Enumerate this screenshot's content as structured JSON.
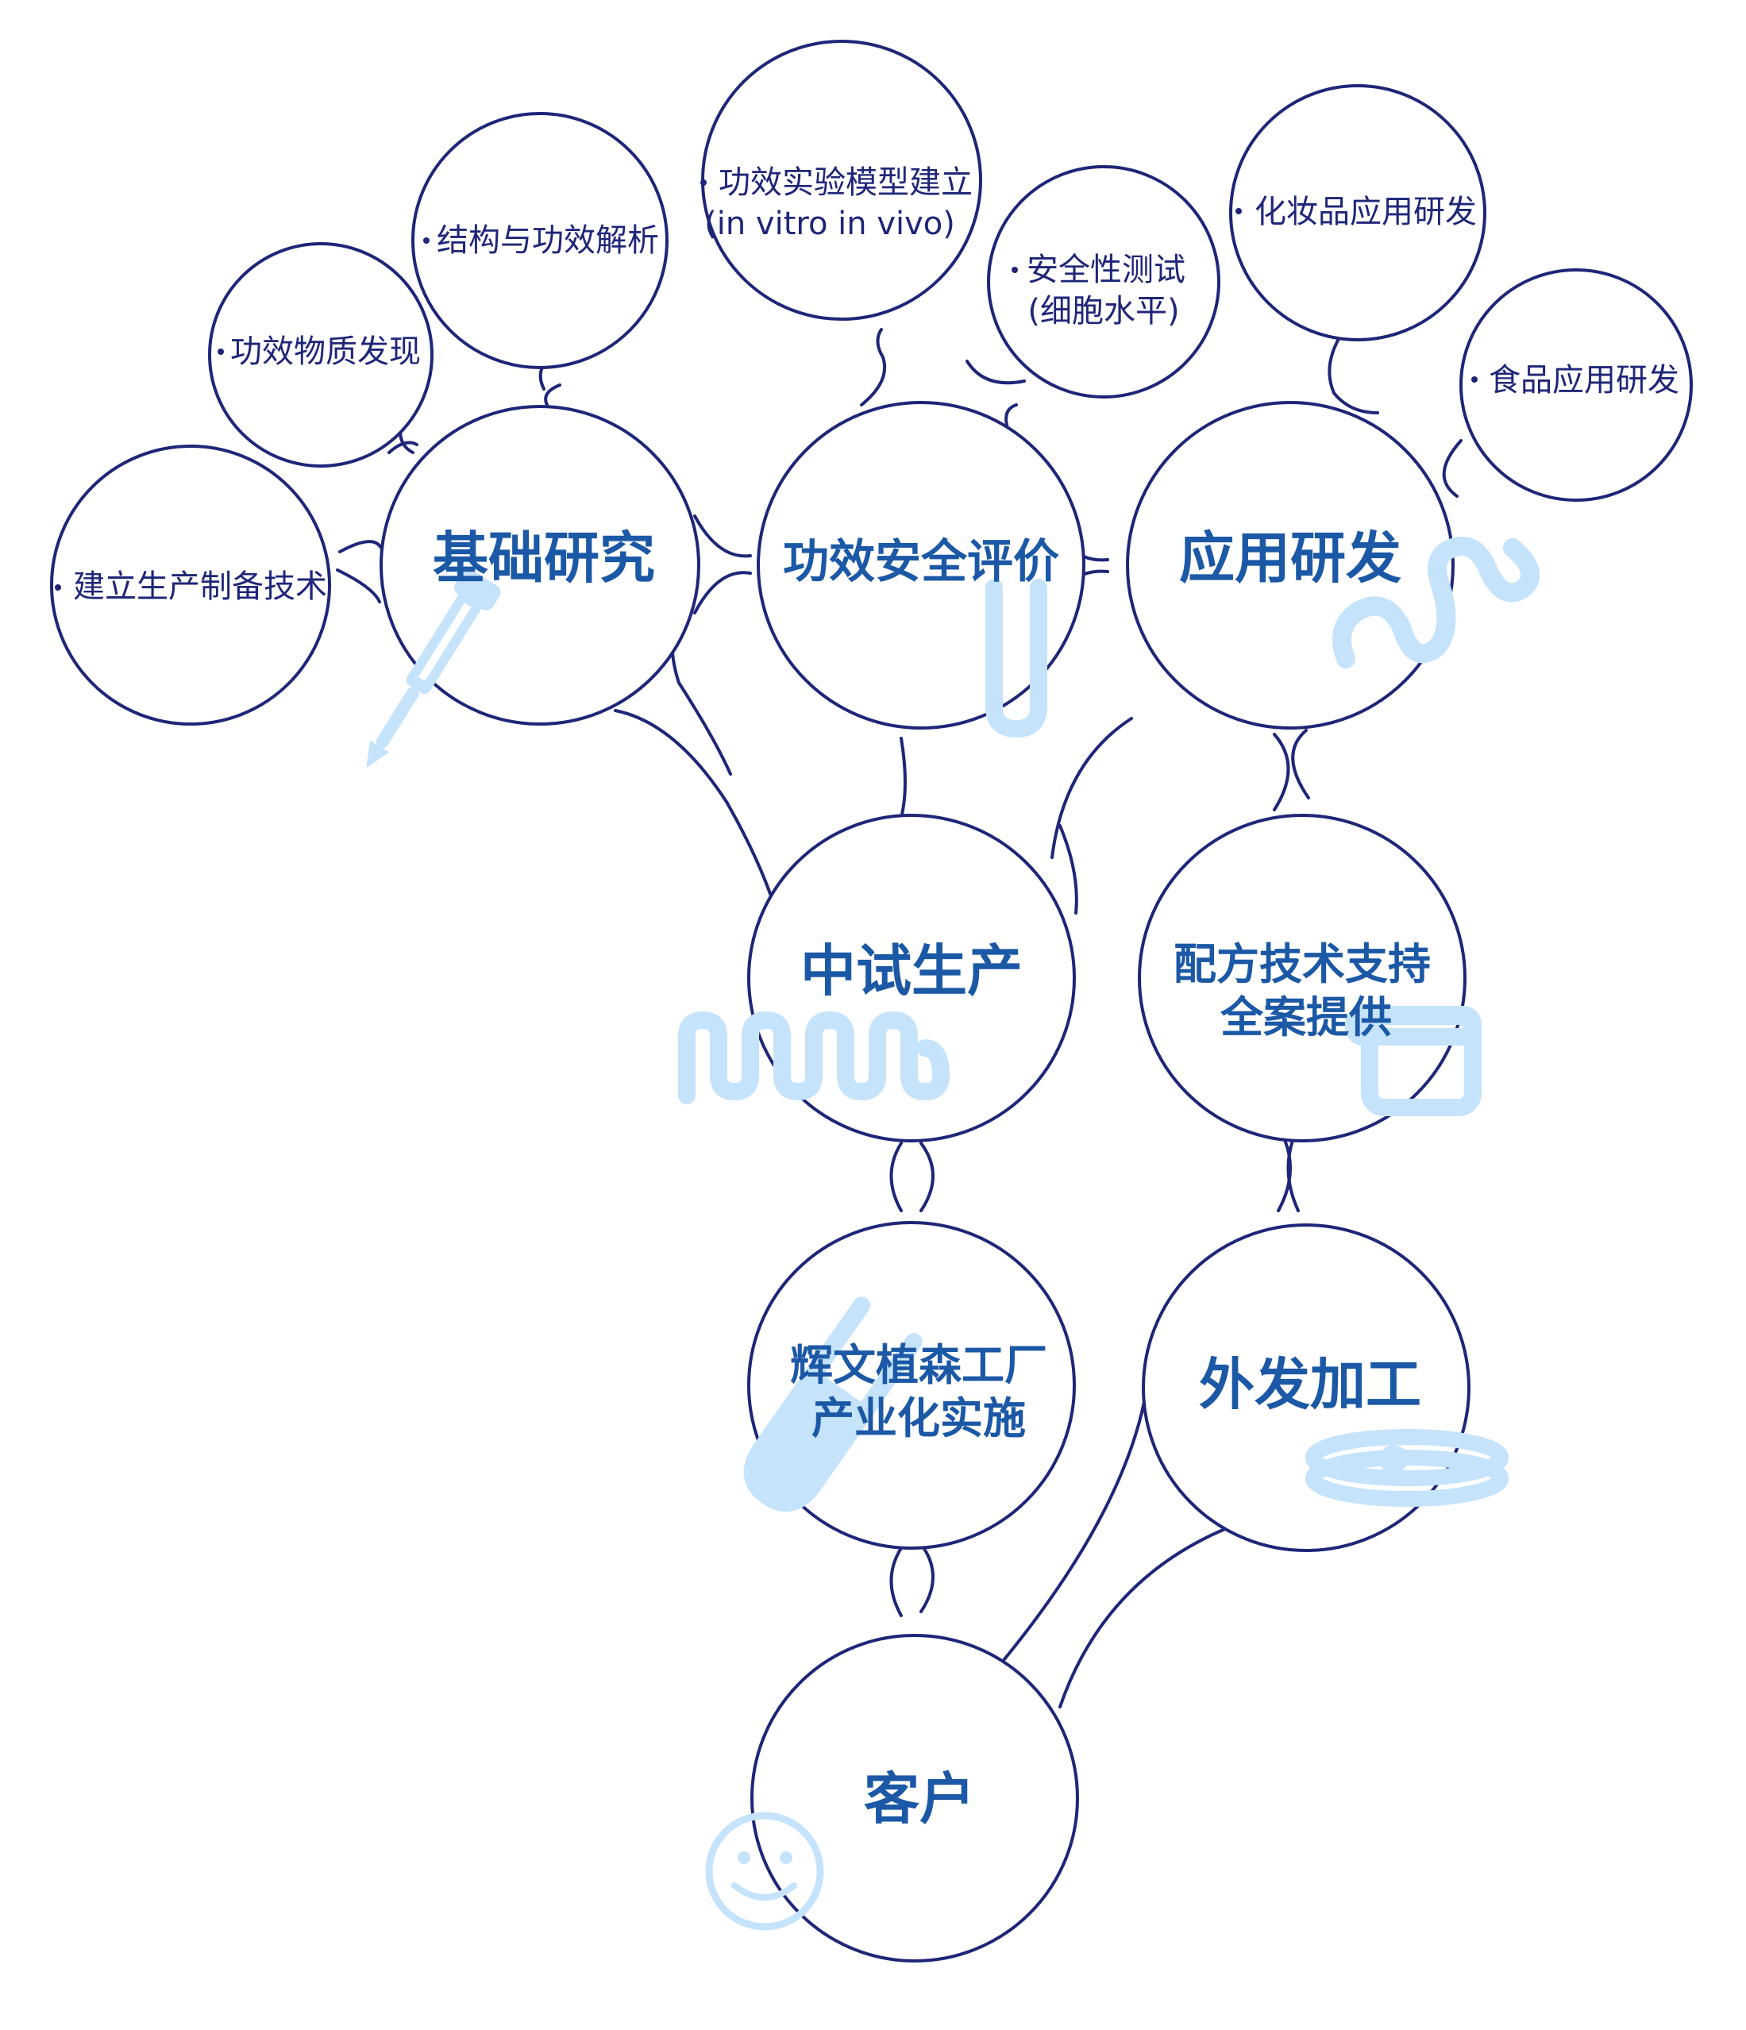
{
  "main_nodes": {
    "basic_research": "基础研究",
    "efficacy_safety": "功效安全评价",
    "application_rd": "应用研发",
    "pilot_production": "中试生产",
    "formula_support_line1": "配方技术支持",
    "formula_support_line2": "全案提供",
    "factory_line1": "辉文植森工厂",
    "factory_line2": "产业化实施",
    "outsourcing": "外发加工",
    "customer": "客户"
  },
  "sub_nodes": {
    "production_tech": "建立生产制备技术",
    "discovery": "功效物质发现",
    "structure": "结构与功效解析",
    "model_line1": "功效实验模型建立",
    "model_line2": "(in vitro in vivo)",
    "safety_line1": "安全性测试",
    "safety_line2": "(细胞水平)",
    "cosmetics": "化妆品应用研发",
    "food": "食品应用研发"
  },
  "colors": {
    "outline": "#1f2678",
    "main_text": "#1b58a6",
    "decoration": "#c5e3fb"
  },
  "icons": [
    "dropper-icon",
    "test-tube-icon",
    "wave-icon",
    "zigzag-wave-icon",
    "beaker-icon",
    "tube-icon",
    "petri-dish-icon",
    "smiley-icon"
  ]
}
